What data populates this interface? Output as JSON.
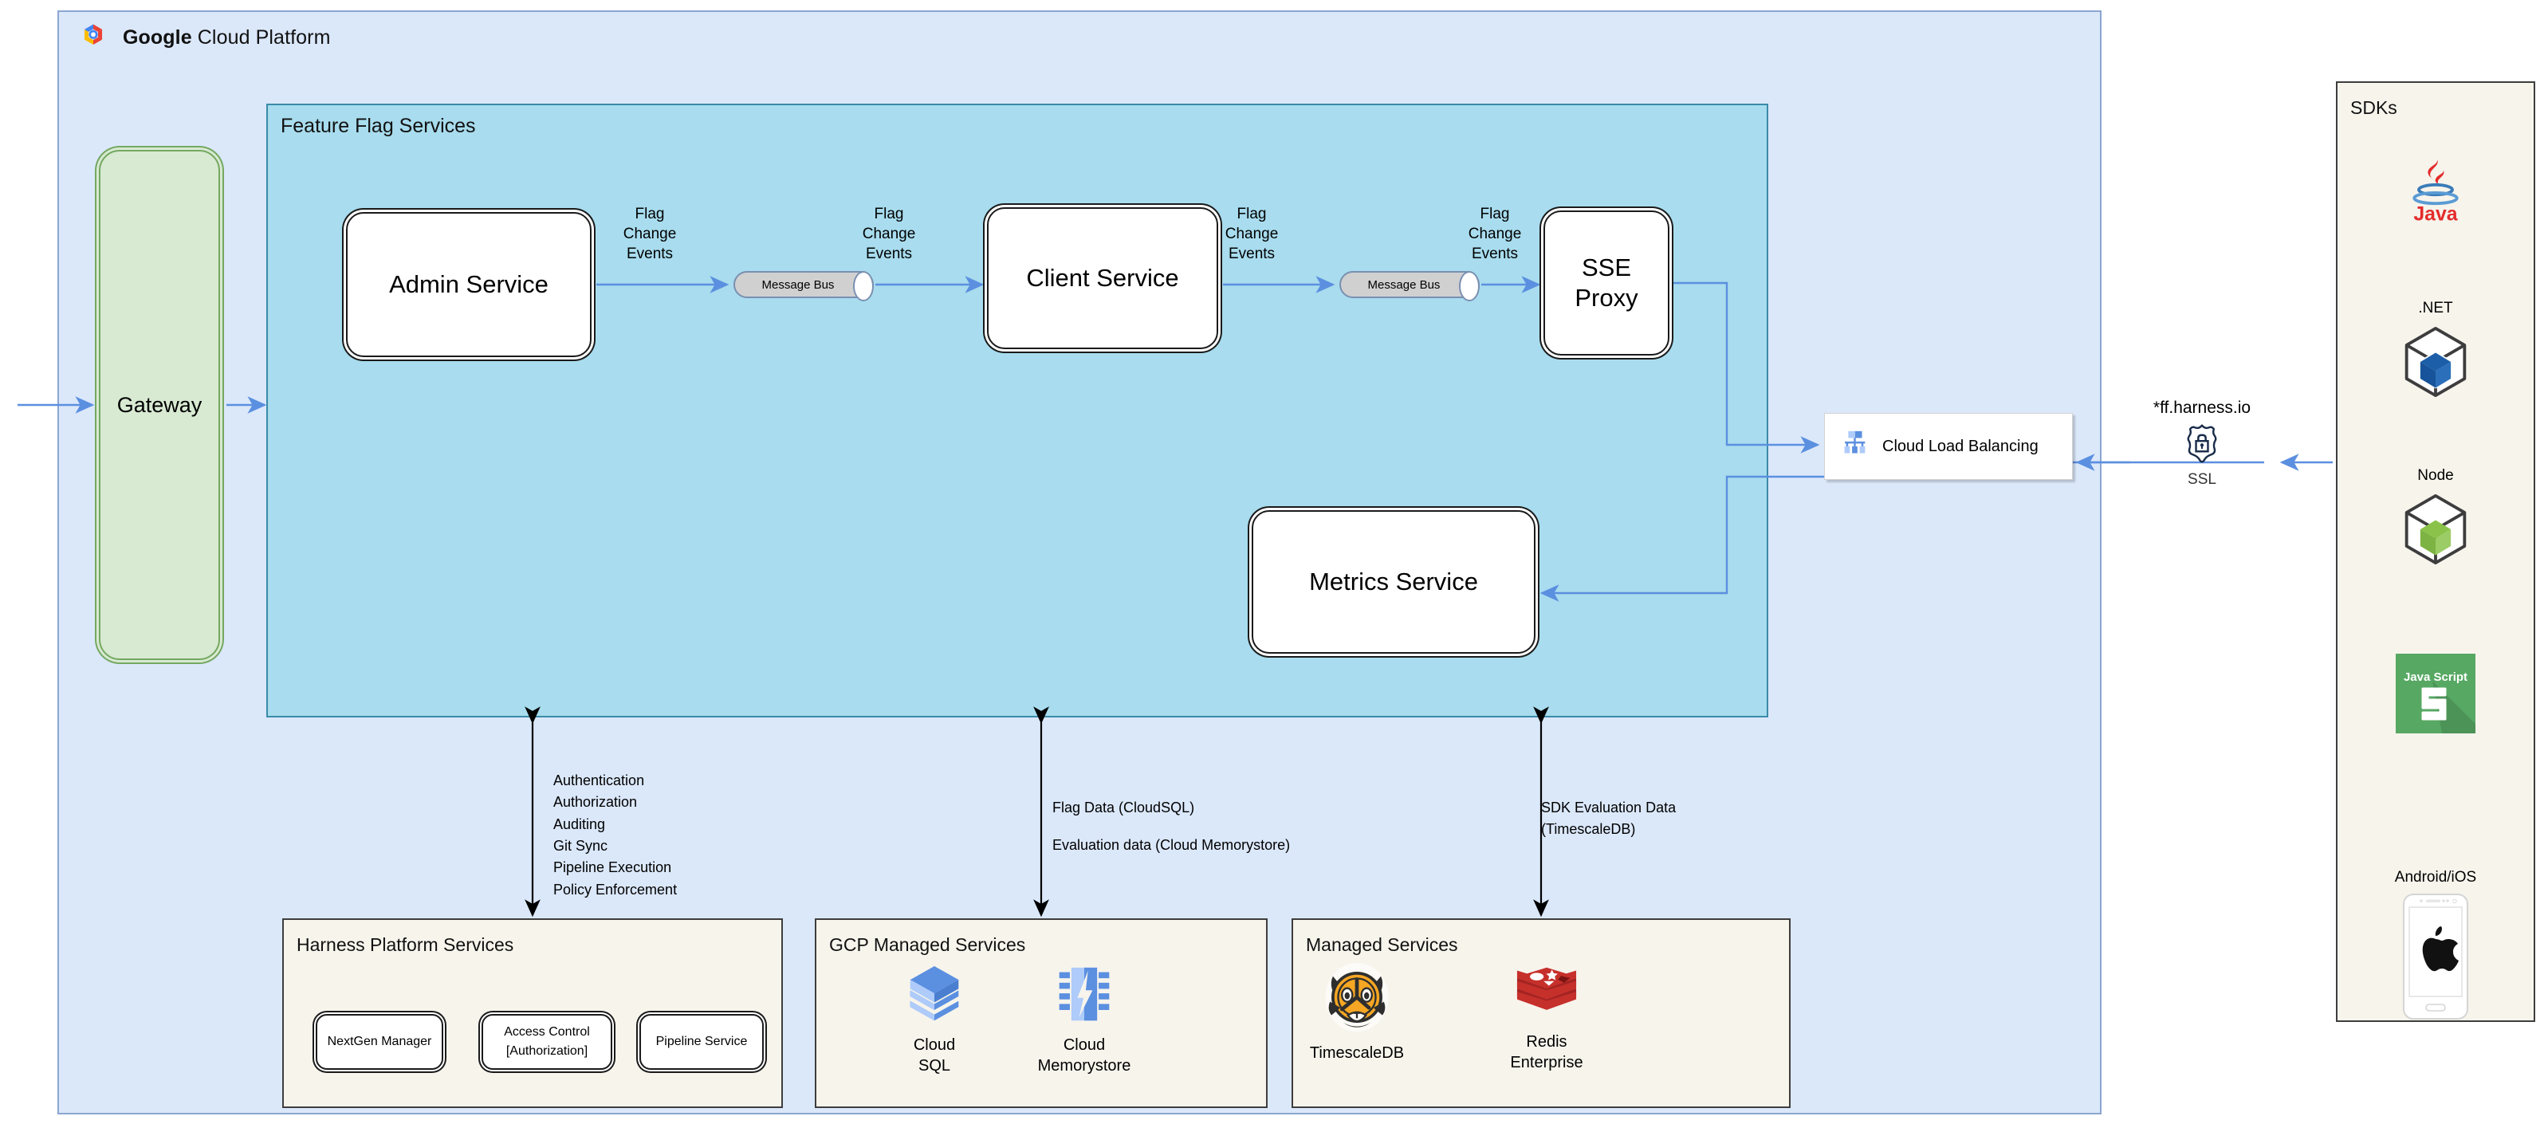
{
  "gcp": {
    "title_bold": "Google",
    "title_rest": " Cloud Platform",
    "logo_icon": "google-cloud-logo-icon"
  },
  "feature_flag_services": {
    "title": "Feature Flag Services",
    "services": [
      {
        "id": "admin",
        "label": "Admin Service"
      },
      {
        "id": "client",
        "label": "Client Service"
      },
      {
        "id": "sse",
        "label": "SSE\nProxy"
      },
      {
        "id": "metrics",
        "label": "Metrics Service"
      }
    ],
    "message_bus_label": "Message Bus",
    "edge_labels": [
      "Flag\nChange\nEvents",
      "Flag\nChange\nEvents",
      "Flag\nChange\nEvents",
      "Flag\nChange\nEvents"
    ]
  },
  "gateway": {
    "label": "Gateway"
  },
  "load_balancer": {
    "label": "Cloud Load Balancing",
    "icon": "cloud-load-balancing-icon"
  },
  "ssl": {
    "domain": "*ff.harness.io",
    "caption": "SSL",
    "icon": "shield-lock-icon"
  },
  "sdks": {
    "title": "SDKs",
    "items": [
      {
        "caption": "",
        "icon": "java-logo-icon",
        "name": "Java"
      },
      {
        "caption": ".NET",
        "icon": "dotnet-cube-icon",
        "name": ".NET"
      },
      {
        "caption": "Node",
        "icon": "node-cube-icon",
        "name": "Node"
      },
      {
        "caption": "",
        "icon": "javascript-logo-icon",
        "name": "Java Script"
      },
      {
        "caption": "Android/iOS",
        "icon": "mobile-phone-apple-icon",
        "name": "Android/iOS"
      }
    ],
    "javascript_logo_text": "Java Script",
    "java_logo_text": "Java"
  },
  "bottom_panels": [
    {
      "id": "harness",
      "title": "Harness Platform Services",
      "services": [
        {
          "label": "NextGen Manager"
        },
        {
          "label": "Access Control\n[Authorization]"
        },
        {
          "label": "Pipeline Service"
        }
      ]
    },
    {
      "id": "gcp-managed",
      "title": "GCP Managed Services",
      "databases": [
        {
          "caption": "Cloud\nSQL",
          "icon": "cloud-sql-icon"
        },
        {
          "caption": "Cloud\nMemorystore",
          "icon": "cloud-memorystore-icon"
        }
      ]
    },
    {
      "id": "managed",
      "title": "Managed Services",
      "databases": [
        {
          "caption": "TimescaleDB",
          "icon": "timescaledb-tiger-icon"
        },
        {
          "caption": "Redis\nEnterprise",
          "icon": "redis-icon"
        }
      ]
    }
  ],
  "annotations": {
    "harness_flows": "Authentication\nAuthorization\nAuditing\nGit Sync\nPipeline Execution\nPolicy Enforcement",
    "gcp_flow_1": "Flag Data (CloudSQL)",
    "gcp_flow_2": "Evaluation data (Cloud Memorystore)",
    "managed_flow": "SDK Evaluation Data\n(TimescaleDB)"
  },
  "colors": {
    "gcp_bg": "#dbe8fa",
    "ffs_bg": "#a8dcee",
    "panel_bg": "#f7f4ec",
    "gateway_bg": "#d8ead2",
    "arrow_blue": "#5b8fe0",
    "arrow_black": "#000000"
  }
}
